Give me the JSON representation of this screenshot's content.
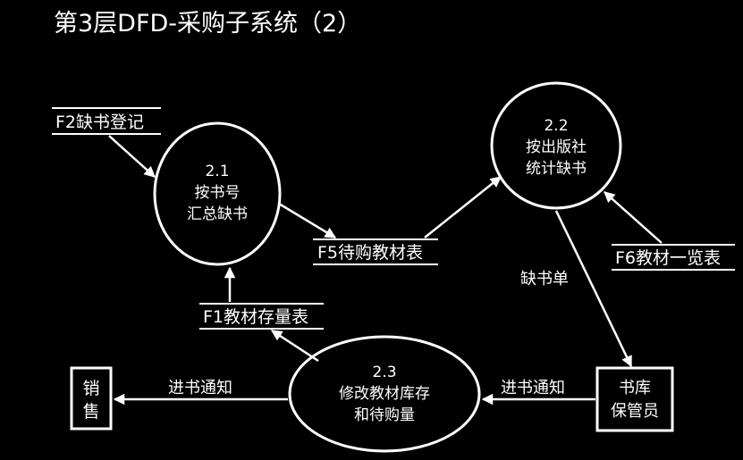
{
  "title": "第3层DFD-采购子系统（2）",
  "processes": [
    {
      "id": "2.1",
      "lines": [
        "按书号",
        "汇总缺书"
      ]
    },
    {
      "id": "2.2",
      "lines": [
        "按出版社",
        "统计缺书"
      ]
    },
    {
      "id": "2.3",
      "lines": [
        "修改教材库存",
        "和待购量"
      ]
    }
  ],
  "data_stores": {
    "f2": "F2缺书登记",
    "f5": "F5待购教材表",
    "f6": "F6教材一览表",
    "f1": "F1教材存量表"
  },
  "entities": {
    "sales": [
      "销",
      "售"
    ],
    "warehouse": [
      "书库",
      "保管员"
    ]
  },
  "flow_labels": {
    "shortage_list": "缺书单",
    "notice_to_process": "进书通知",
    "notice_to_sales": "进书通知"
  },
  "colors": {
    "background": "#000000",
    "foreground": "#ffffff"
  }
}
